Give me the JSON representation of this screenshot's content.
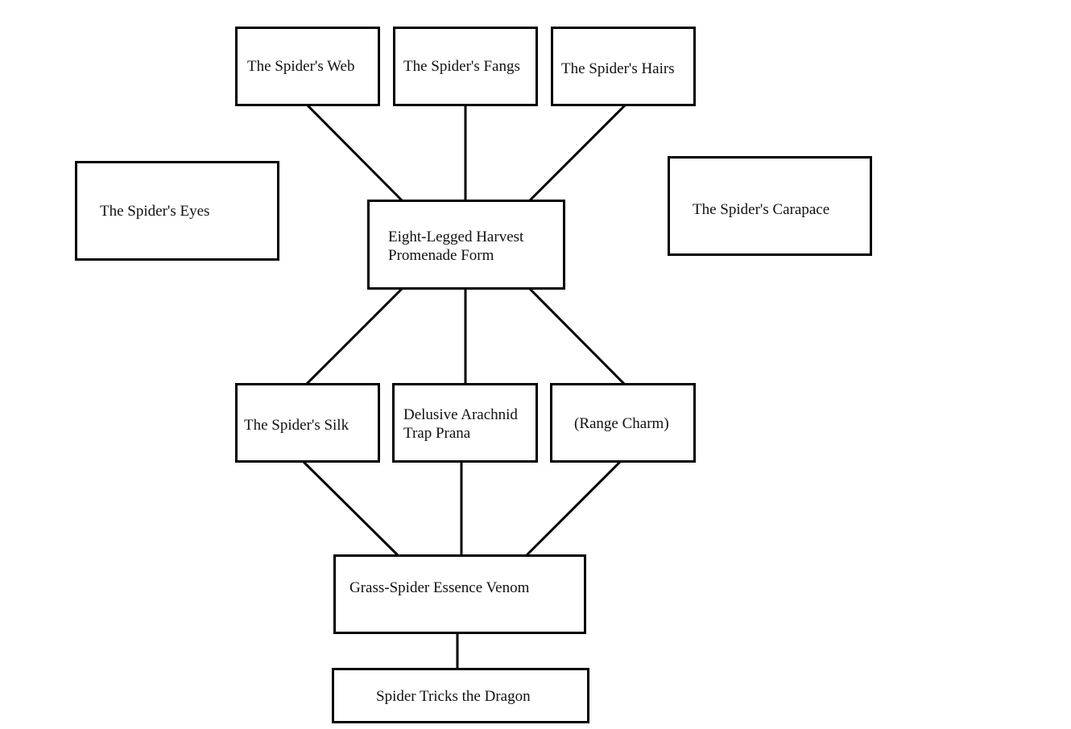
{
  "diagram": {
    "nodes": [
      {
        "id": "web",
        "label": "The Spider's Web"
      },
      {
        "id": "fangs",
        "label": "The Spider's Fangs"
      },
      {
        "id": "hairs",
        "label": "The Spider's Hairs"
      },
      {
        "id": "eyes",
        "label": "The Spider's Eyes"
      },
      {
        "id": "carapace",
        "label": "The Spider's Carapace"
      },
      {
        "id": "harvest",
        "label": "Eight-Legged Harvest\nPromenade Form"
      },
      {
        "id": "silk",
        "label": "The Spider's Silk"
      },
      {
        "id": "trap",
        "label": "Delusive Arachnid\nTrap Prana"
      },
      {
        "id": "range",
        "label": "(Range Charm)"
      },
      {
        "id": "venom",
        "label": "Grass-Spider Essence Venom"
      },
      {
        "id": "dragon",
        "label": "Spider Tricks the Dragon"
      }
    ],
    "edges": [
      [
        "web",
        "harvest"
      ],
      [
        "fangs",
        "harvest"
      ],
      [
        "hairs",
        "harvest"
      ],
      [
        "harvest",
        "silk"
      ],
      [
        "harvest",
        "trap"
      ],
      [
        "harvest",
        "range"
      ],
      [
        "silk",
        "venom"
      ],
      [
        "trap",
        "venom"
      ],
      [
        "range",
        "venom"
      ],
      [
        "venom",
        "dragon"
      ]
    ]
  }
}
